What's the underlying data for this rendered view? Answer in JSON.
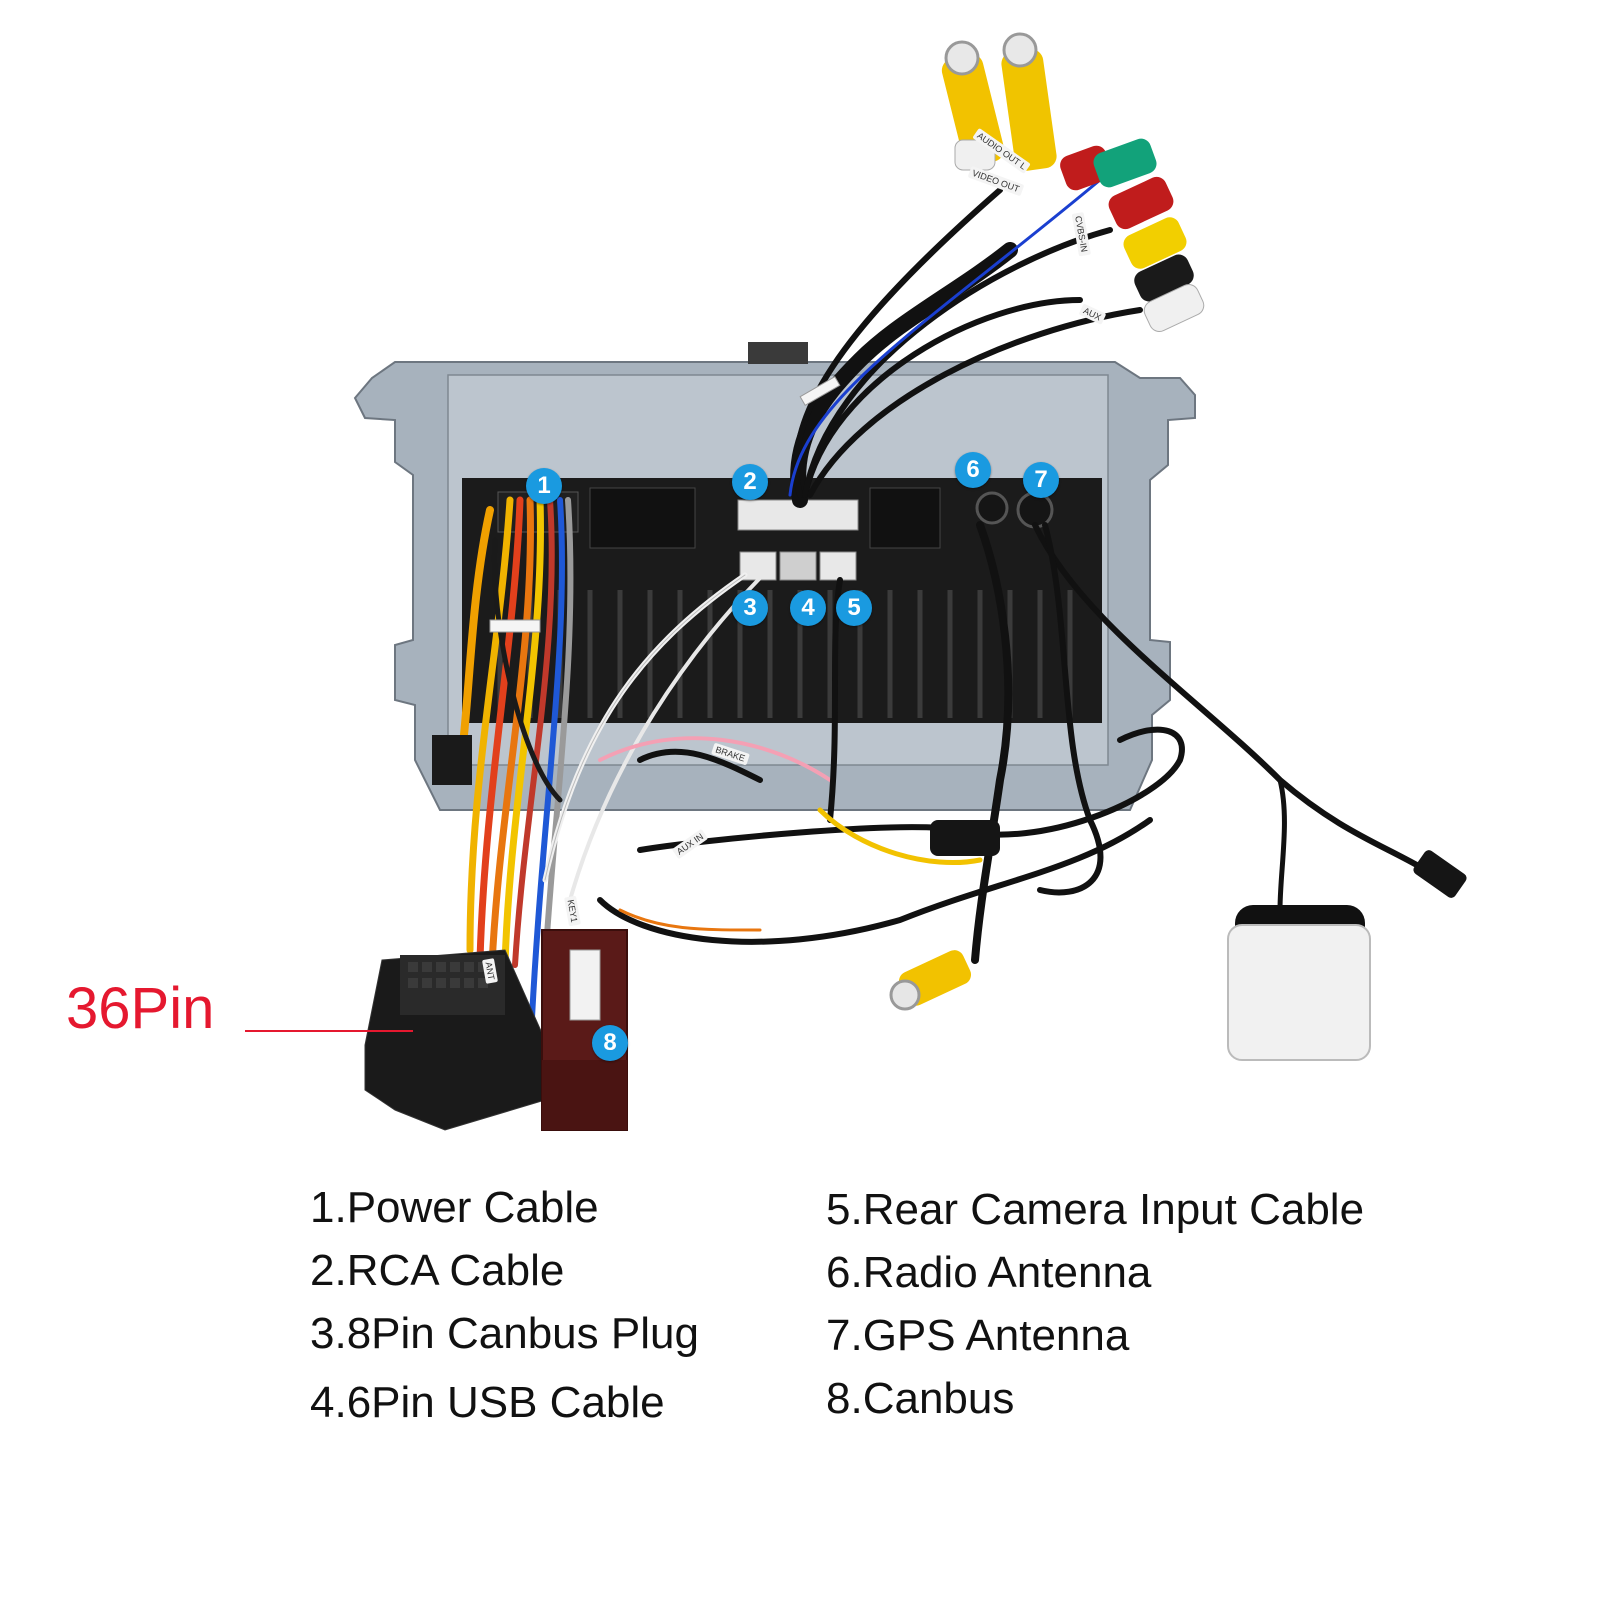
{
  "pin_callout": {
    "label": "36Pin",
    "color": "#e5182f"
  },
  "badges": [
    {
      "number": "1"
    },
    {
      "number": "2"
    },
    {
      "number": "3"
    },
    {
      "number": "4"
    },
    {
      "number": "5"
    },
    {
      "number": "6"
    },
    {
      "number": "7"
    },
    {
      "number": "8"
    }
  ],
  "badge_color": "#1a9ae0",
  "wire_tags": {
    "brake": "BRAKE",
    "key": "KEY1",
    "ant": "ANT",
    "aux": "AUX IN",
    "cvbs": "CVBS-IN",
    "audio_out": "AUDIO OUT L",
    "video_out": "VIDEO OUT",
    "aux_r": "AUX"
  },
  "legend": {
    "left": [
      "1.Power Cable",
      "2.RCA Cable",
      "3.8Pin Canbus Plug",
      "4.6Pin USB Cable"
    ],
    "right": [
      "5.Rear Camera Input Cable",
      "6.Radio Antenna",
      "7.GPS Antenna",
      "8.Canbus"
    ]
  }
}
